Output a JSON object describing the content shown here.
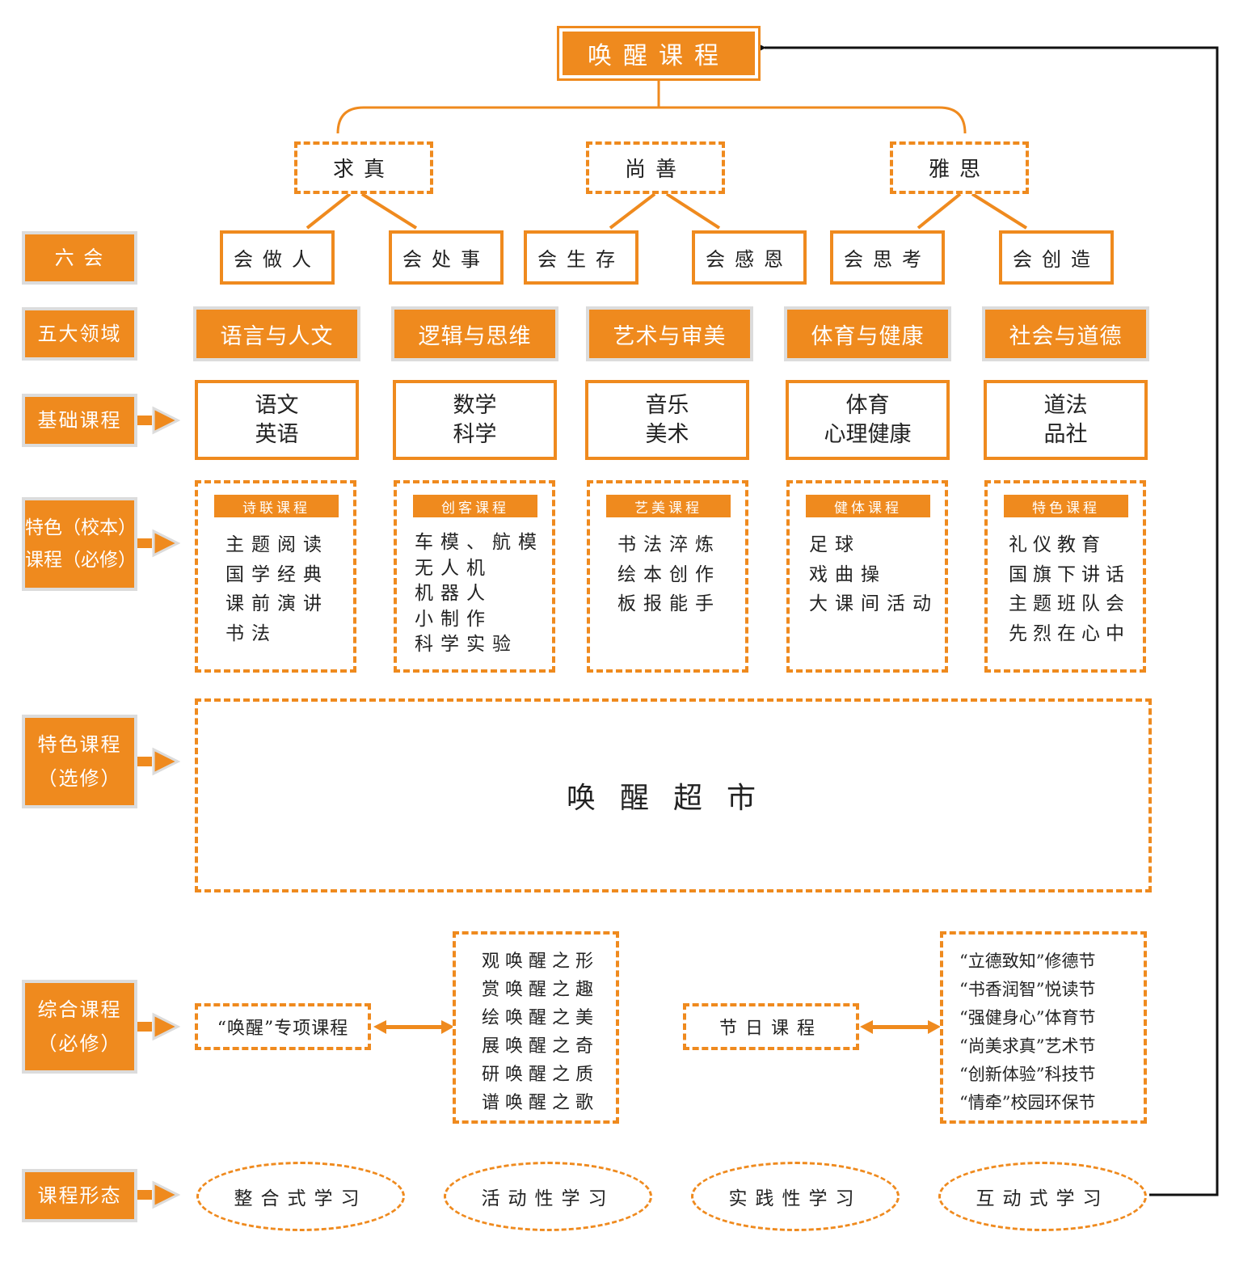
{
  "title": "唤醒课程",
  "values": [
    "求真",
    "尚善",
    "雅思"
  ],
  "skills": [
    "会做人",
    "会处事",
    "会生存",
    "会感恩",
    "会思考",
    "会创造"
  ],
  "labels": {
    "six_skills": "六 会",
    "five_domains": "五大领域",
    "base_courses": "基础课程",
    "feature_line1": "特色（校本）",
    "feature_line2": "课程（必修）",
    "elective_line1": "特色课程",
    "elective_line2": "（选修）",
    "comprehensive_line1": "综合课程",
    "comprehensive_line2": "（必修）",
    "forms": "课程形态"
  },
  "domains": [
    "语言与人文",
    "逻辑与思维",
    "艺术与审美",
    "体育与健康",
    "社会与道德"
  ],
  "base_courses": [
    [
      "语文",
      "英语"
    ],
    [
      "数学",
      "科学"
    ],
    [
      "音乐",
      "美术"
    ],
    [
      "体育",
      "心理健康"
    ],
    [
      "道法",
      "品社"
    ]
  ],
  "feature_courses": [
    {
      "header": "诗联课程",
      "items": [
        "主题阅读",
        "国学经典",
        "课前演讲",
        "书法"
      ]
    },
    {
      "header": "创客课程",
      "items": [
        "车模、航模",
        "无人机",
        "机器人",
        "小制作",
        "科学实验"
      ]
    },
    {
      "header": "艺美课程",
      "items": [
        "书法淬炼",
        "绘本创作",
        "板报能手"
      ]
    },
    {
      "header": "健体课程",
      "items": [
        "足球",
        "戏曲操",
        "大课间活动"
      ]
    },
    {
      "header": "特色课程",
      "items": [
        "礼仪教育",
        "国旗下讲话",
        "主题班队会",
        "先烈在心中"
      ]
    }
  ],
  "elective": "唤醒超市",
  "comprehensive": {
    "special": "“唤醒”专项课程",
    "activities": [
      "观唤醒之形",
      "赏唤醒之趣",
      "绘唤醒之美",
      "展唤醒之奇",
      "研唤醒之质",
      "谱唤醒之歌"
    ],
    "festival": "节日课程",
    "festivals": [
      "“立德致知”修德节",
      "“书香润智”悦读节",
      "“强健身心”体育节",
      "“尚美求真”艺术节",
      "“创新体验”科技节",
      "“情牵”校园环保节"
    ]
  },
  "forms": [
    "整合式学习",
    "活动性学习",
    "实践性学习",
    "互动式学习"
  ],
  "colors": {
    "accent": "#ef8a1e",
    "label_shadow": "#dcdcdc",
    "text": "#222222",
    "connector": "#111111"
  }
}
